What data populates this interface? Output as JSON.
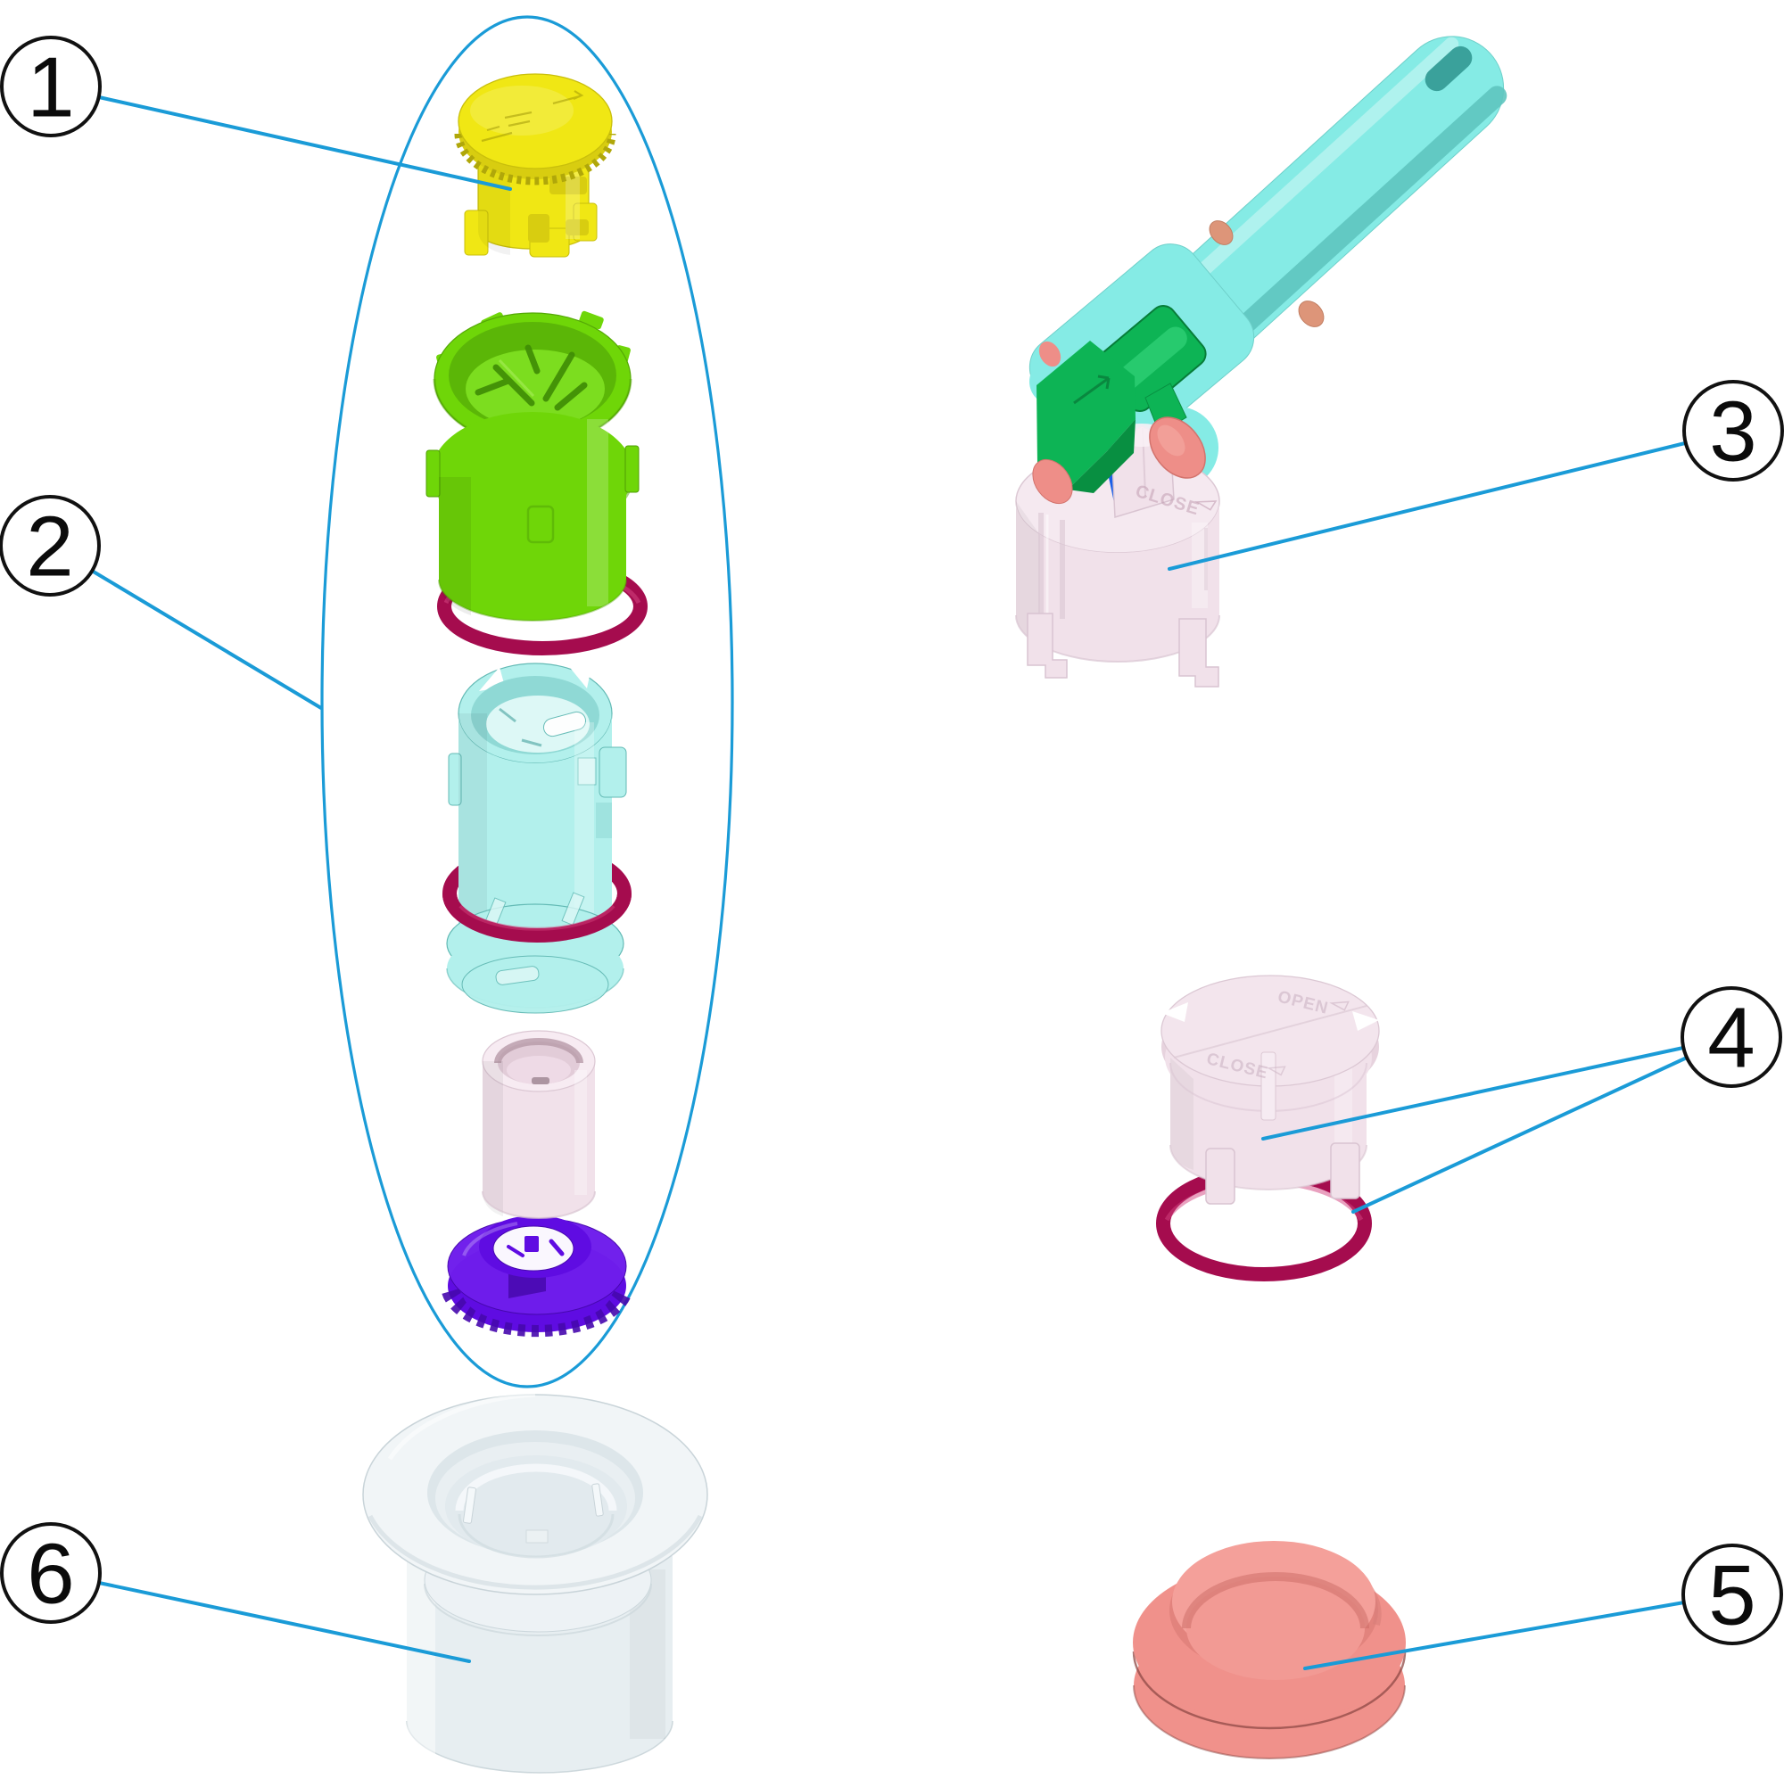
{
  "colors": {
    "accent": "#1a9bd7",
    "callout-stroke": "#111111",
    "part1-yellow": "#f0e714",
    "part1-yellow-dark": "#d8cd10",
    "part1-yellow-deep": "#b0a70a",
    "part2-green": "#6fd608",
    "part2-green-dark": "#4f9f05",
    "part2-green-cavity": "#5bb607",
    "part2-green-floor": "#7cdd1f",
    "oring-crimson": "#a50c4e",
    "oring-highlight": "#d4447f",
    "cyan-part": "#b2f0ec",
    "cyan-deep": "#8fd9d5",
    "cyan-light": "#ddf8f6",
    "cyan-edge": "#47a39e",
    "pink-part": "#f1e1ea",
    "pink-shadow": "#d9c4d1",
    "pink-deep": "#b79aa8",
    "pink-hole": "#e2ccd8",
    "purple": "#5f0ce2",
    "purple-dark": "#4608ad",
    "purple-light": "#6f1dec",
    "handle-cyan": "#85ebe5",
    "handle-dark": "#5ec5bf",
    "handle-hole": "#3aa19b",
    "clamp-green": "#0db455",
    "clamp-green-dark": "#088f41",
    "blue-part": "#1b5fe8",
    "salmon": "#ee8e88",
    "salmon-dark": "#d3736d",
    "bump-tan": "#dd9579",
    "plug-salmon": "#f0918b",
    "plug-deep": "#c96a64",
    "plug-light": "#f4a09a",
    "white-part": "#f1f5f7",
    "white-part-body": "#e7eef1",
    "white-deep": "#dde6ea",
    "white-edge": "#c9d4d9"
  },
  "callouts": [
    {
      "label": "1"
    },
    {
      "label": "2"
    },
    {
      "label": "3"
    },
    {
      "label": "4"
    },
    {
      "label": "5"
    },
    {
      "label": "6"
    }
  ],
  "emboss": {
    "open": "OPEN",
    "close": "CLOSE"
  }
}
